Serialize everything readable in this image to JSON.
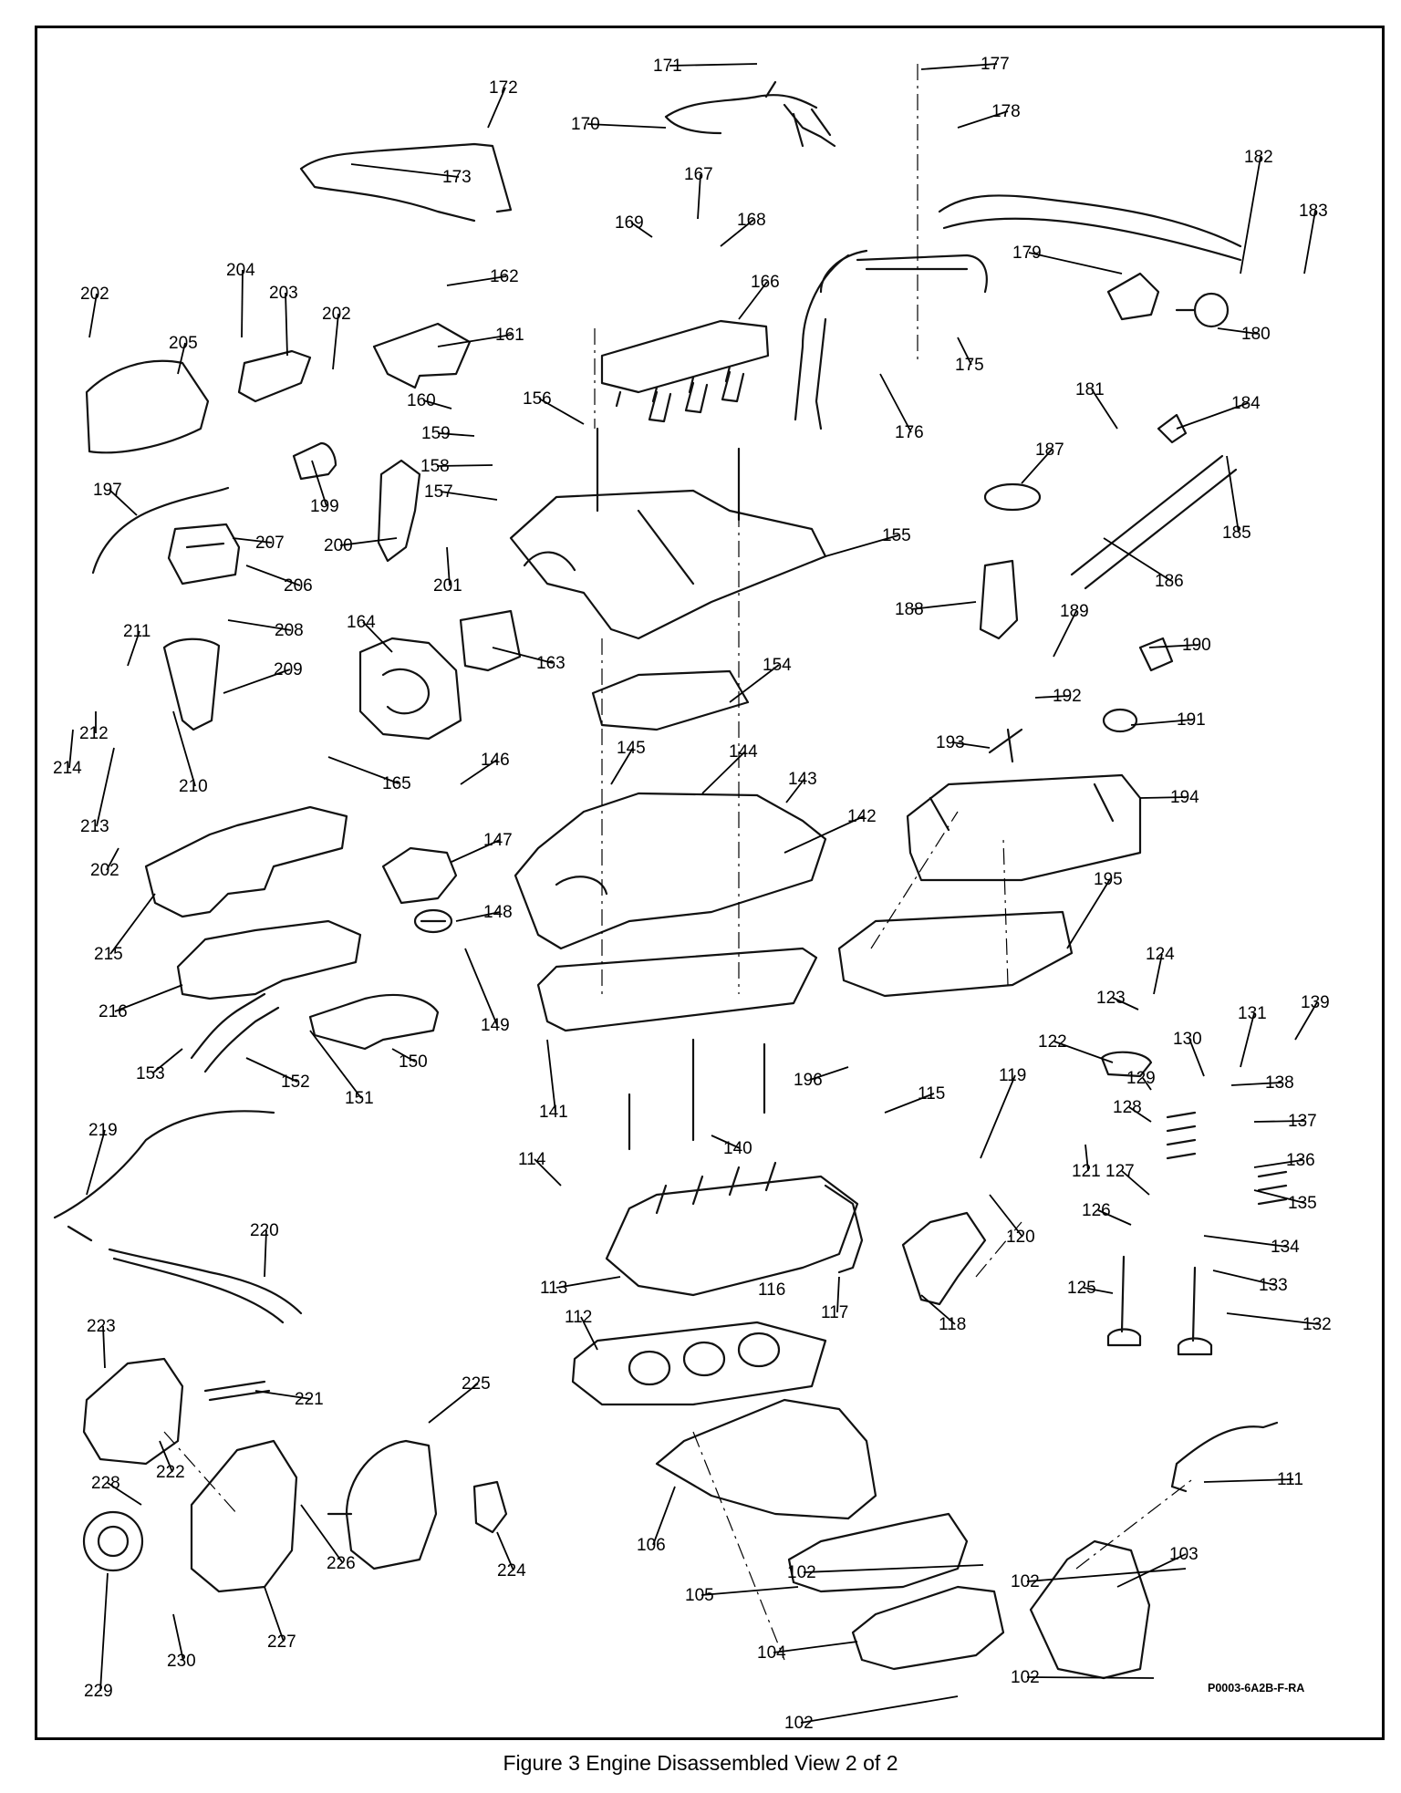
{
  "figure": {
    "caption": "Figure 3 Engine Disassembled View 2 of 2",
    "drawing_code": "P0003-6A2B-F-RA"
  },
  "callouts": [
    "102",
    "102",
    "102",
    "102",
    "103",
    "104",
    "105",
    "106",
    "111",
    "112",
    "113",
    "114",
    "115",
    "116",
    "117",
    "118",
    "119",
    "120",
    "121",
    "122",
    "123",
    "124",
    "125",
    "126",
    "127",
    "128",
    "129",
    "130",
    "131",
    "132",
    "133",
    "134",
    "135",
    "136",
    "137",
    "138",
    "139",
    "140",
    "141",
    "142",
    "143",
    "144",
    "145",
    "146",
    "147",
    "148",
    "149",
    "150",
    "151",
    "152",
    "153",
    "154",
    "155",
    "156",
    "157",
    "158",
    "159",
    "160",
    "161",
    "162",
    "163",
    "164",
    "165",
    "166",
    "167",
    "168",
    "169",
    "170",
    "171",
    "172",
    "173",
    "175",
    "176",
    "177",
    "178",
    "179",
    "180",
    "181",
    "182",
    "183",
    "184",
    "185",
    "186",
    "187",
    "188",
    "189",
    "190",
    "191",
    "192",
    "193",
    "194",
    "195",
    "196",
    "197",
    "199",
    "200",
    "201",
    "202",
    "202",
    "202",
    "203",
    "204",
    "205",
    "206",
    "207",
    "208",
    "209",
    "210",
    "211",
    "212",
    "213",
    "214",
    "215",
    "216",
    "219",
    "220",
    "221",
    "222",
    "223",
    "224",
    "225",
    "226",
    "227",
    "228",
    "229",
    "230"
  ]
}
